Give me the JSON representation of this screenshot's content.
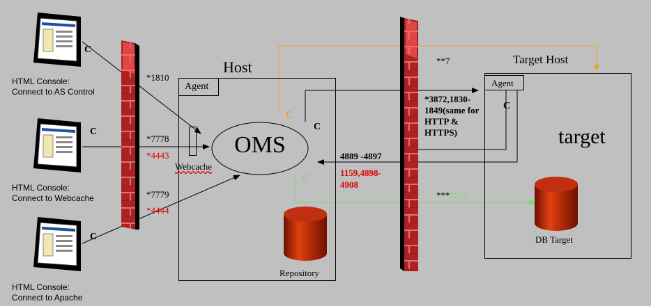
{
  "consoles": [
    {
      "line1": "HTML Console:",
      "line2": "Connect to AS Control",
      "c": "C"
    },
    {
      "line1": "HTML Console:",
      "line2": "Connect to Webcache",
      "c": "C"
    },
    {
      "line1": "HTML Console:",
      "line2": "Connect to Apache",
      "c": "C"
    }
  ],
  "ports_left": {
    "p1": "*1810",
    "p2": "*7778",
    "p2_red": "*4443",
    "p3": "*7779",
    "p3_red": "*4444"
  },
  "host": {
    "title": "Host",
    "agent": "Agent",
    "oms": "OMS",
    "webcache": "Webcache",
    "repository": "Repository",
    "c_orange": "C",
    "c_black": "C",
    "c_green": "C"
  },
  "middle": {
    "orange_port": "**7",
    "ports_black": "*3872,1830-\n1849(same for\nHTTP &\nHTTPS)",
    "ports_4889": "4889 -4897",
    "ports_red": "1159,4898-\n4908",
    "green_port_prefix": "***",
    "green_port": "1521"
  },
  "target_host": {
    "title": "Target Host",
    "agent": "Agent",
    "c": "C",
    "target": "target",
    "db_target": "DB Target"
  },
  "colors": {
    "background": "#c0c0c0",
    "orange": "#f0a030",
    "green": "#70e070",
    "red_text": "#e00000",
    "brick": "#b02020"
  }
}
